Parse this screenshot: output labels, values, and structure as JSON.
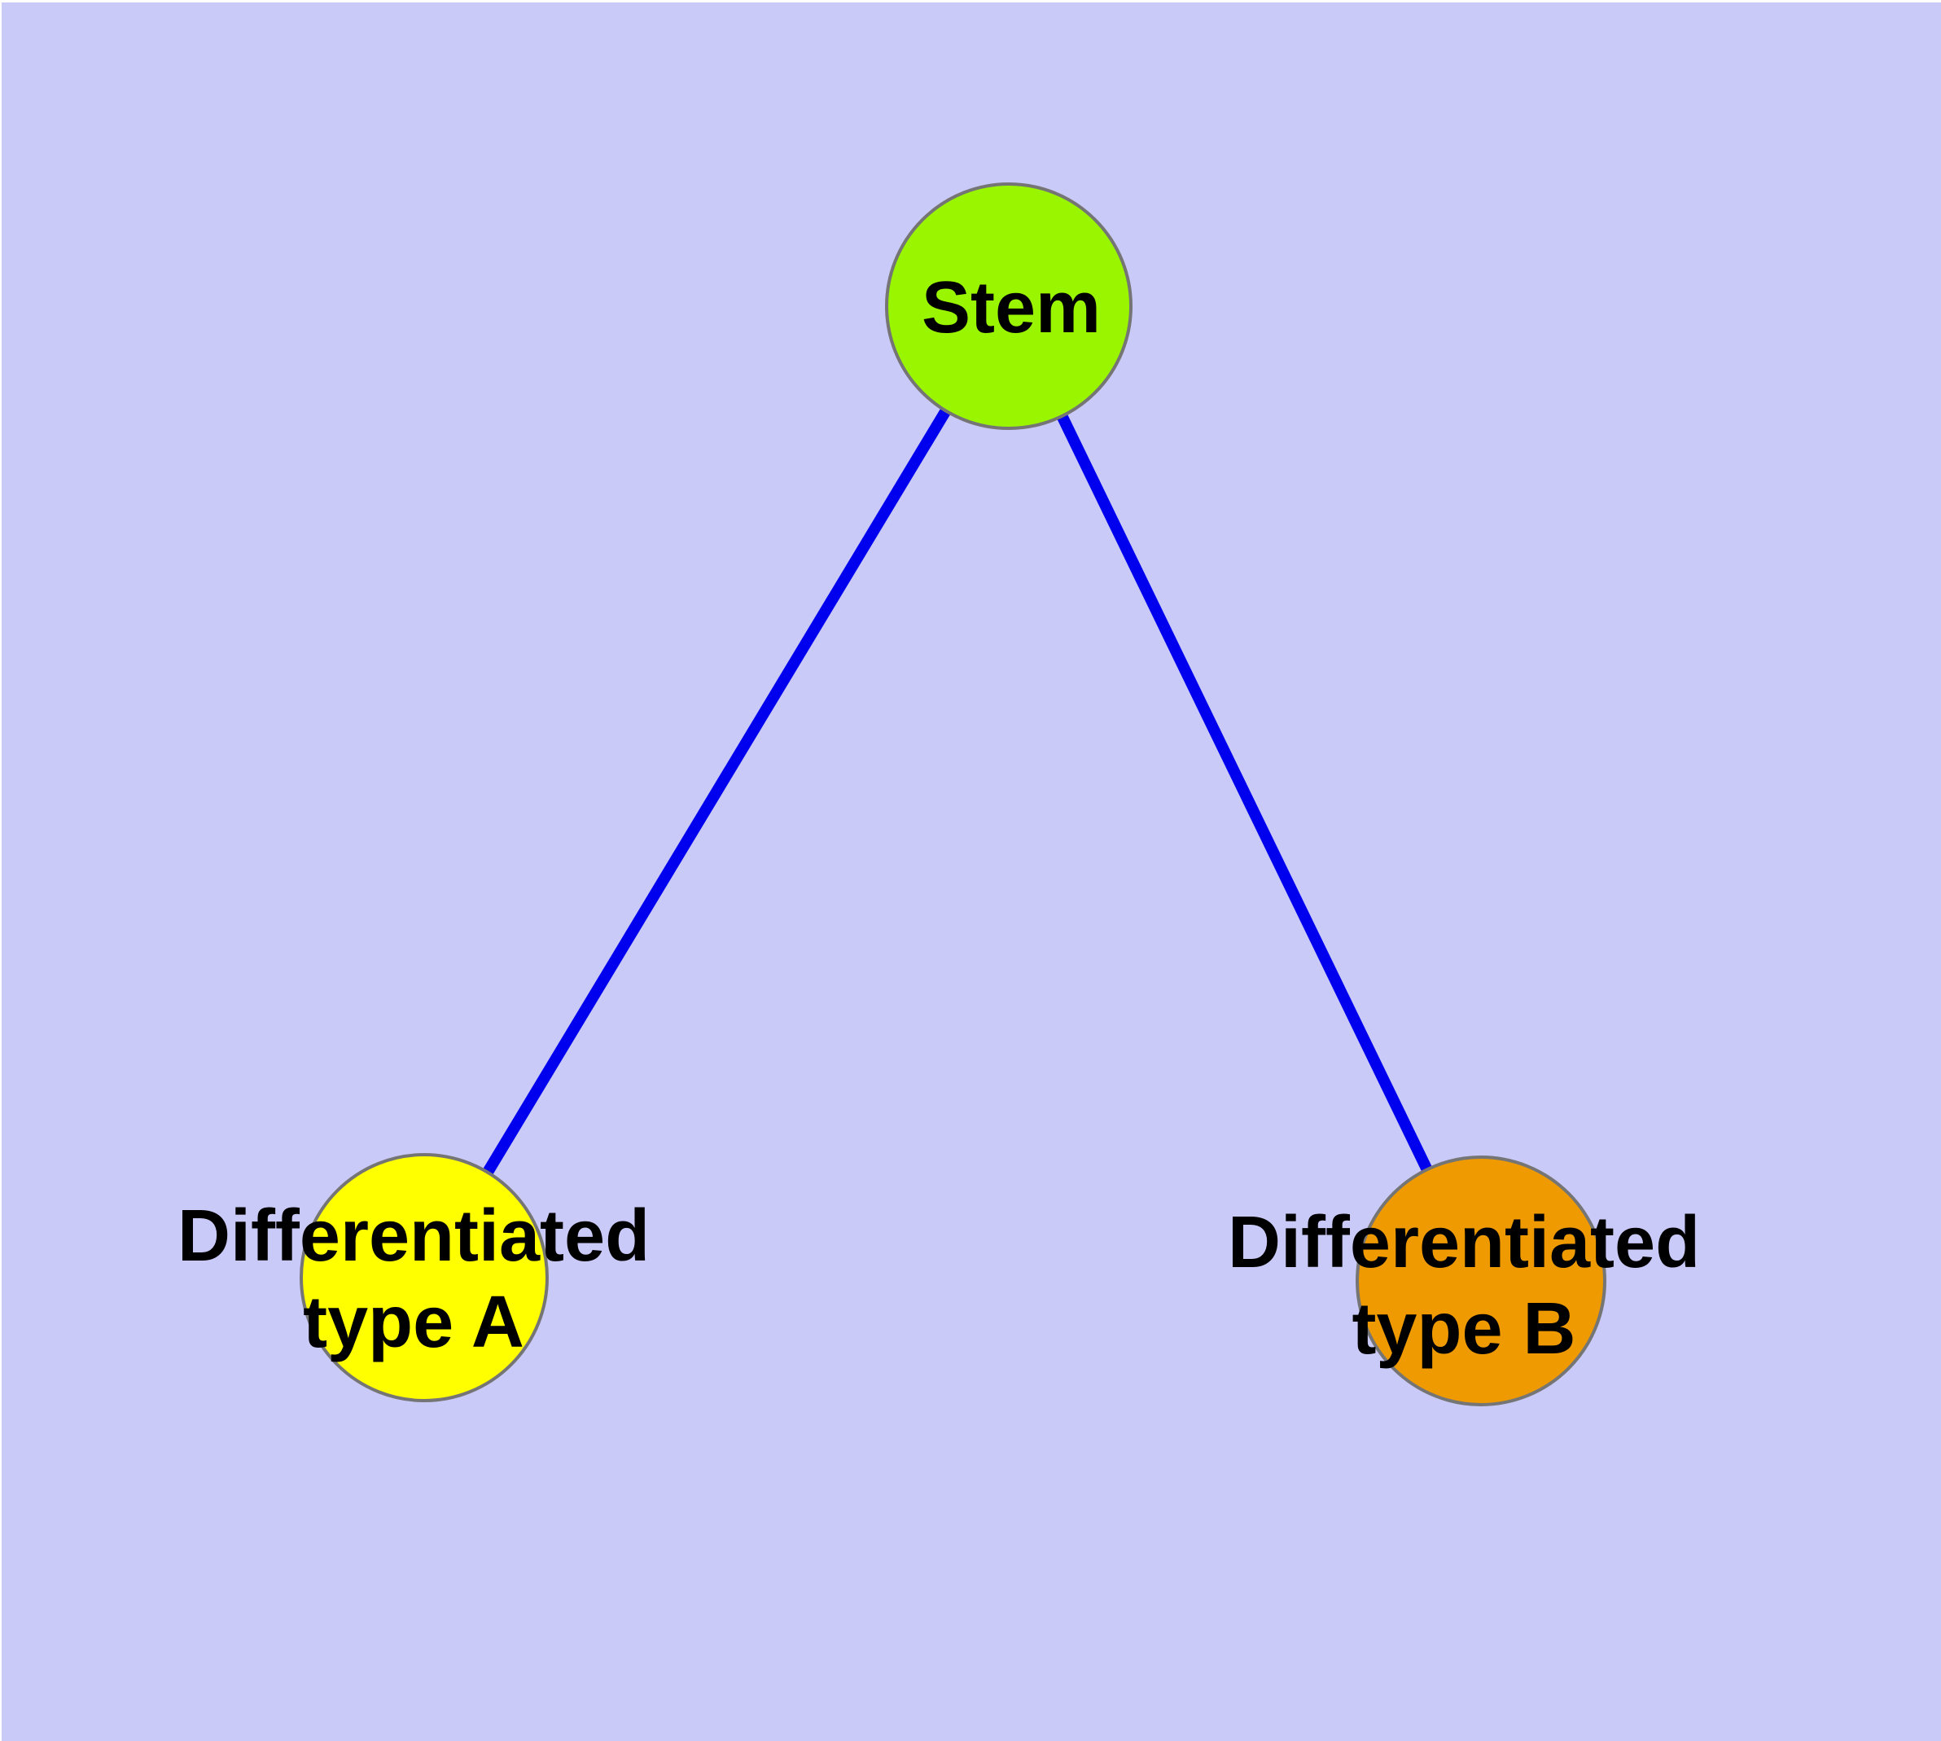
{
  "canvas": {
    "background": "#CACAF8",
    "frame_color": "#FFFFFF"
  },
  "graph": {
    "type": "node-link-diagram",
    "directed": false,
    "edge_color": "#0000EE",
    "node_border_color": "#757575",
    "text_color": "#000000",
    "nodes": {
      "stem": {
        "label": "Stem",
        "fill": "#99F500",
        "shape": "circle"
      },
      "type_a": {
        "label": "Differentiated type A",
        "label_line1": "Differentiated",
        "label_line2": "type A",
        "fill": "#FFFF00",
        "shape": "circle"
      },
      "type_b": {
        "label": "Differentiated type B",
        "label_line1": "Differentiated",
        "label_line2": "type B",
        "fill": "#EE9A00",
        "shape": "circle"
      }
    },
    "edges": [
      {
        "from": "Stem",
        "to": "Differentiated type A"
      },
      {
        "from": "Stem",
        "to": "Differentiated type B"
      }
    ]
  }
}
